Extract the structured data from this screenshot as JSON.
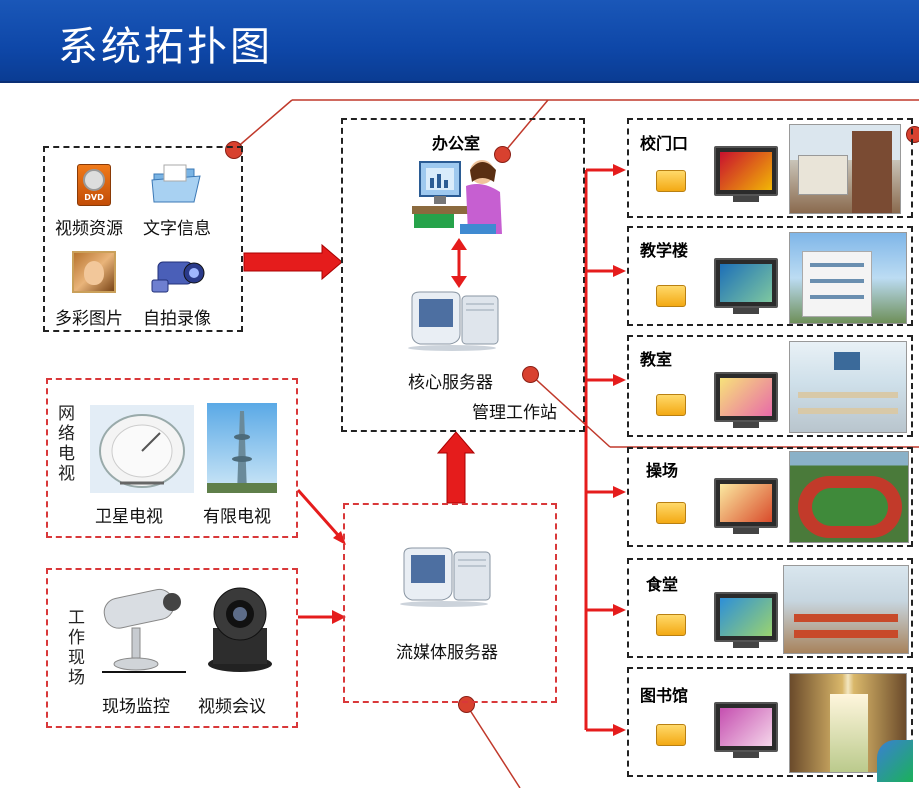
{
  "header": {
    "title": "系统拓扑图"
  },
  "sources": {
    "video": "视频资源",
    "text": "文字信息",
    "pictures": "多彩图片",
    "selfrecord": "自拍录像"
  },
  "tv": {
    "side_label": "网络电视",
    "satellite": "卫星电视",
    "cable": "有限电视"
  },
  "work": {
    "side_label": "工作现场",
    "monitor": "现场监控",
    "conference": "视频会议"
  },
  "center": {
    "office": "办公室",
    "core_server": "核心服务器",
    "workstation": "管理工作站",
    "media_server": "流媒体服务器"
  },
  "destinations": [
    {
      "name": "校门口"
    },
    {
      "name": "教学楼"
    },
    {
      "name": "教室"
    },
    {
      "name": "操场"
    },
    {
      "name": "食堂"
    },
    {
      "name": "图书馆"
    }
  ],
  "colors": {
    "header": "#0e47a8",
    "arrow": "#e02020",
    "callout": "#c0392b",
    "dashed_red": "#d9383a"
  }
}
